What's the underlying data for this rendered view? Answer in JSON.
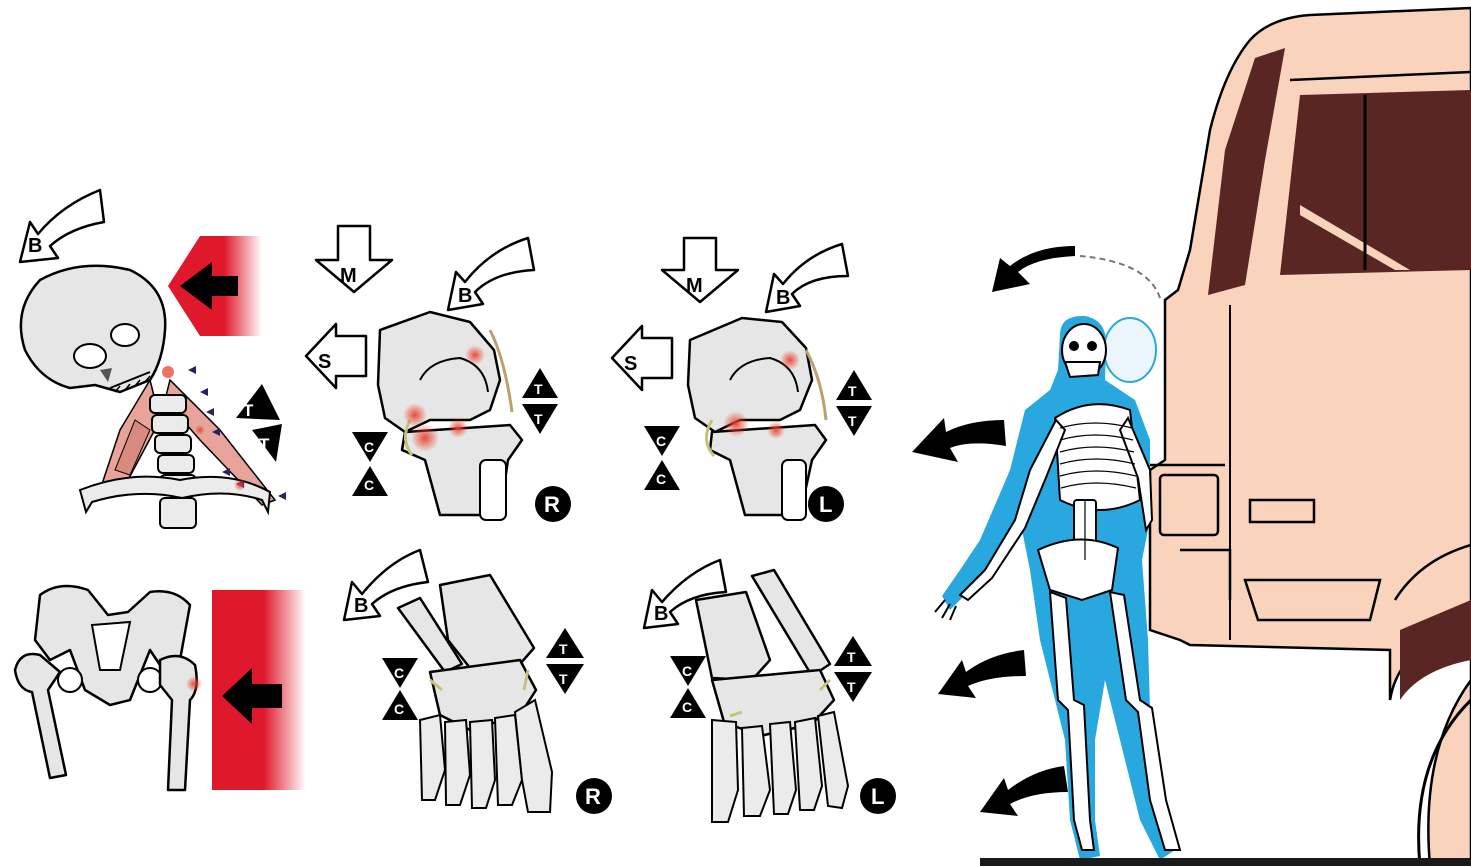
{
  "colors": {
    "background": "#ffffff",
    "truck_body": "#f9d3bc",
    "truck_window": "#5a2624",
    "impact_red": "#e0182c",
    "injury_red": "#e8432f",
    "body_outline_blue": "#29a8e0",
    "muscle_pink": "#e8a39a",
    "bone_gray": "#e6e6e6"
  },
  "labels": {
    "bending": "B",
    "compression": "M",
    "shear": "S",
    "tension": "T",
    "compression_small": "C",
    "right_side": "R",
    "left_side": "L"
  },
  "panels": {
    "neck": {
      "icon": "skull-cervical-spine"
    },
    "pelvis": {
      "icon": "pelvis-femurs"
    },
    "knee_right": {
      "icon": "knee-joint",
      "side": "R"
    },
    "knee_left": {
      "icon": "knee-joint",
      "side": "L"
    },
    "ankle_right": {
      "icon": "ankle-foot",
      "side": "R"
    },
    "ankle_left": {
      "icon": "ankle-foot",
      "side": "L"
    },
    "scene": {
      "icon": "pedestrian-truck-impact"
    }
  }
}
